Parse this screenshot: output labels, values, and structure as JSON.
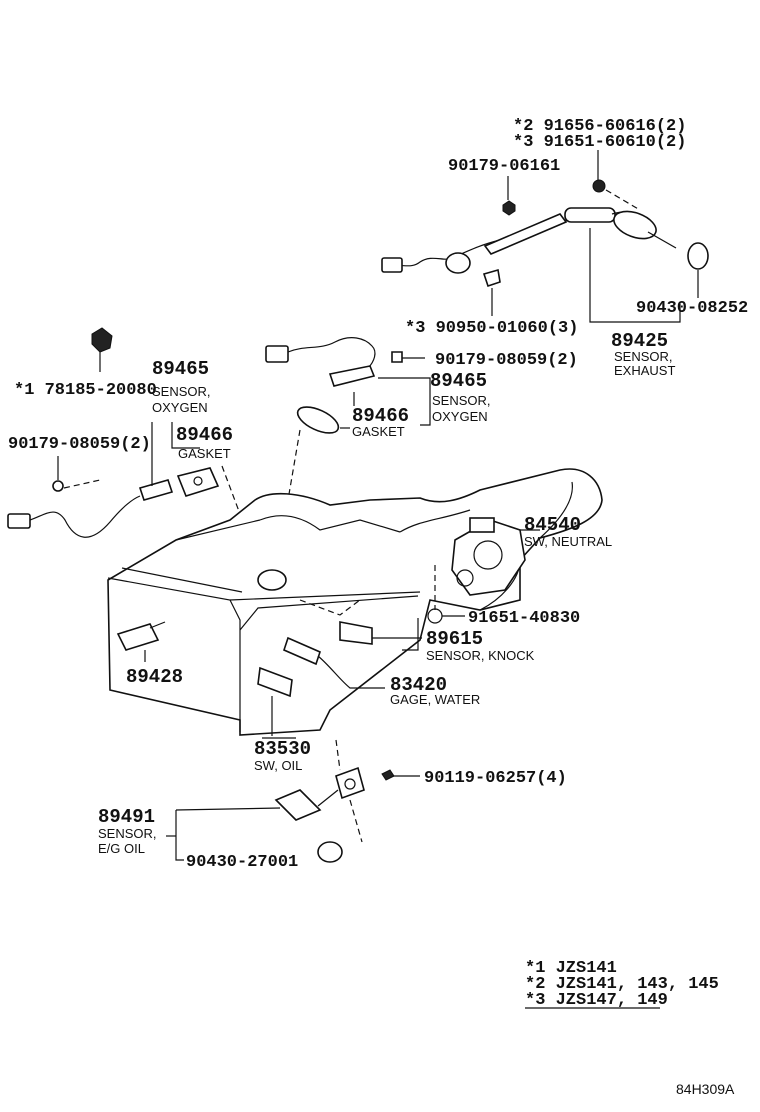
{
  "parts": {
    "p_91656": "*2  91656-60616(2)",
    "p_91651_60610": "*3  91651-60610(2)",
    "p_90179_06161": "90179-06161",
    "p_90430_08252": "90430-08252",
    "p_90950": "*3  90950-01060(3)",
    "p_89425": "89425",
    "p_89425_l1": "SENSOR,",
    "p_89425_l2": "EXHAUST",
    "p_78185": "*1  78185-20080",
    "p_89465_left": "89465",
    "p_89465_left_l1": "SENSOR,",
    "p_89465_left_l2": "OXYGEN",
    "p_90179_08059_right": "90179-08059(2)",
    "p_89465_right": "89465",
    "p_89465_right_l1": "SENSOR,",
    "p_89465_right_l2": "OXYGEN",
    "p_89466_right": "89466",
    "p_89466_right_l1": "GASKET",
    "p_90179_08059_left": "90179-08059(2)",
    "p_89466_left": "89466",
    "p_89466_left_l1": "GASKET",
    "p_84540": "84540",
    "p_84540_l1": "SW, NEUTRAL",
    "p_91651_40830": "91651-40830",
    "p_89615": "89615",
    "p_89615_l1": "SENSOR, KNOCK",
    "p_89428": "89428",
    "p_83420": "83420",
    "p_83420_l1": "GAGE, WATER",
    "p_83530": "83530",
    "p_83530_l1": "SW, OIL",
    "p_90119": "90119-06257(4)",
    "p_89491": "89491",
    "p_89491_l1": "SENSOR,",
    "p_89491_l2": "E/G OIL",
    "p_90430_27001": "90430-27001"
  },
  "legend": {
    "n1": "*1  JZS141",
    "n2": "*2  JZS141, 143, 145",
    "n3": "*3  JZS147, 149"
  },
  "drawing_code": "84H309A"
}
